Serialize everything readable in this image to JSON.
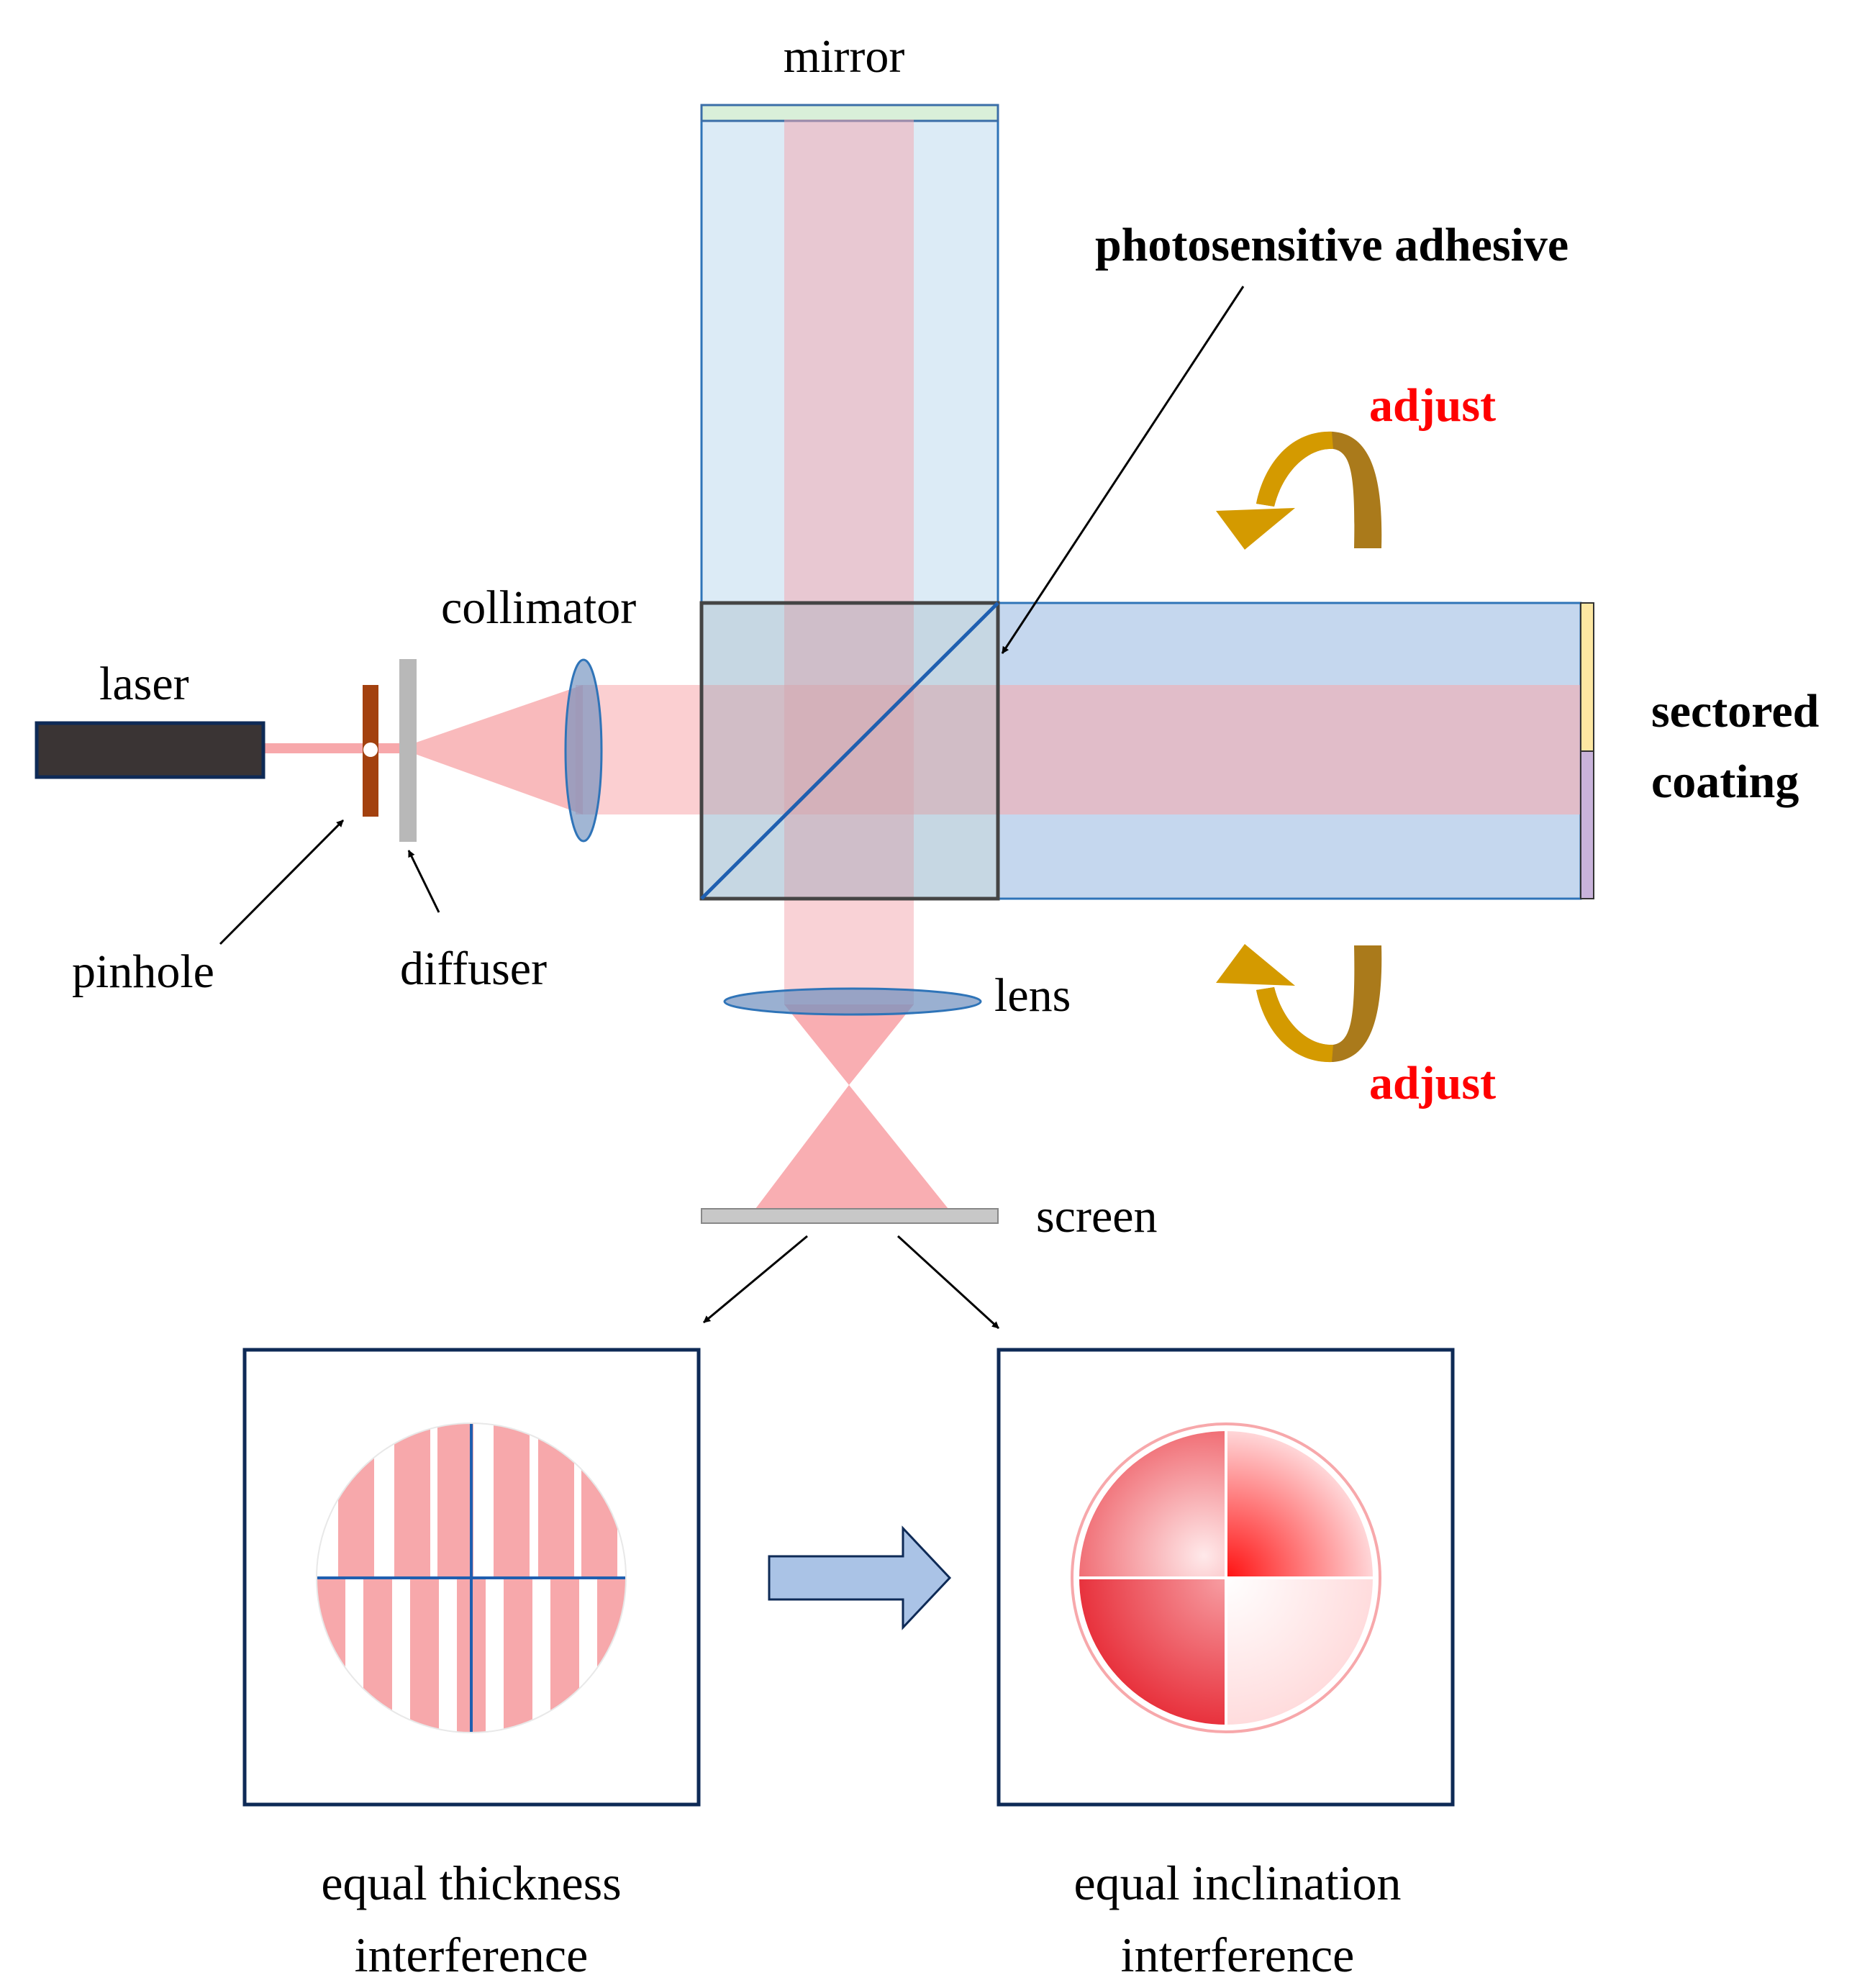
{
  "labels": {
    "mirror": "mirror",
    "photosensitive_adhesive": "photosensitive adhesive",
    "adjust_top": "adjust",
    "adjust_bottom": "adjust",
    "collimator": "collimator",
    "laser": "laser",
    "sectored_line1": "sectored",
    "sectored_line2": "coating",
    "pinhole": "pinhole",
    "diffuser": "diffuser",
    "lens": "lens",
    "screen": "screen"
  },
  "captions": {
    "left_line1": "equal thickness",
    "left_line2": "interference",
    "right_line1": "equal inclination",
    "right_line2": "interference"
  },
  "colors": {
    "adjust_text": "#ff0000",
    "adjust_arrow": "#cc8a00",
    "laser_beam": "#f7a8ab",
    "glass": "#c6d9ef",
    "coating_top": "#fde7a2",
    "coating_bottom": "#c9b3da",
    "transition_arrow": "#aac3e6"
  }
}
